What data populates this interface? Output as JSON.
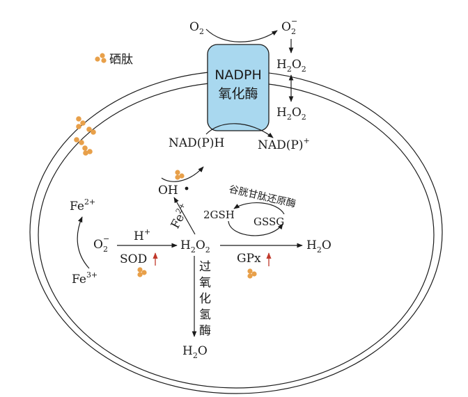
{
  "legend": {
    "label": "硒肽"
  },
  "enzyme": {
    "line1": "NADPH",
    "line2": "氧化酶",
    "color": "#a9d8ef"
  },
  "labels": {
    "o2": "O",
    "o2_sub": "2",
    "o2r": "O",
    "o2r_sub": "2",
    "o2r_sup": "−",
    "h2o2_top": "H",
    "h2o2_top_2": "2",
    "h2o2_top_o": "O",
    "h2o2_top_2b": "2",
    "h2o2_mid": "H",
    "h2o2_mid_2": "2",
    "h2o2_mid_o": "O",
    "h2o2_mid_2b": "2",
    "nadph": "NAD(P)H",
    "nadp": "NAD(P)",
    "nadp_sup": "+",
    "oh": "OH",
    "fe2_tilted": "Fe",
    "fe2_tilted_sup": "2+",
    "gsh_enzyme": "谷胱甘肽还原酶",
    "gsh": "2GSH",
    "gssg": "GSSG",
    "fe2": "Fe",
    "fe2_sup": "2+",
    "fe3": "Fe",
    "fe3_sup": "3+",
    "o2_left": "O",
    "o2_left_sub": "2",
    "o2_left_sup": "−",
    "hplus": "H",
    "hplus_sup": "+",
    "sod": "SOD",
    "h2o2_c": "H",
    "h2o2_c_2": "2",
    "h2o2_c_o": "O",
    "h2o2_c_2b": "2",
    "h2o_right": "H",
    "h2o_right_2": "2",
    "h2o_right_o": "O",
    "gpx": "GPx",
    "catalase": [
      "过",
      "氧",
      "化",
      "氢",
      "酶"
    ],
    "h2o_bottom": "H",
    "h2o_bottom_2": "2",
    "h2o_bottom_o": "O"
  },
  "colors": {
    "dots": "#e8a04a",
    "up_arrow": "#c0392b",
    "line": "#1a1a1a"
  }
}
